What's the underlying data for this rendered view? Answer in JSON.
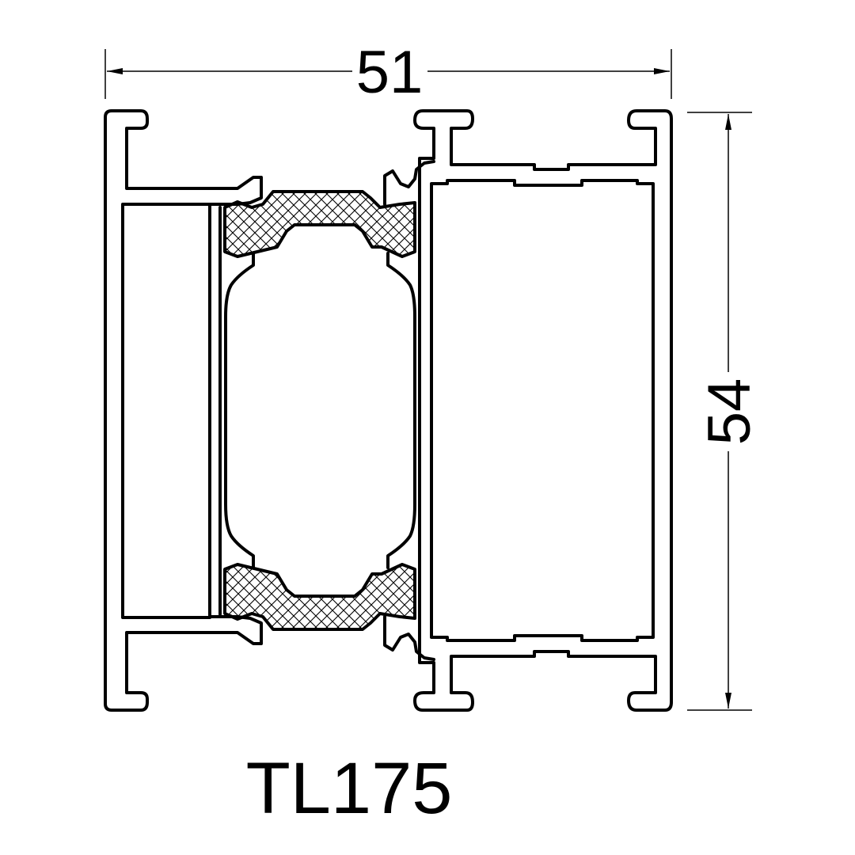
{
  "dimensions": {
    "width_label": "51",
    "height_label": "54"
  },
  "profile": {
    "name": "TL175"
  },
  "colors": {
    "line": "#000000",
    "background": "#ffffff"
  }
}
